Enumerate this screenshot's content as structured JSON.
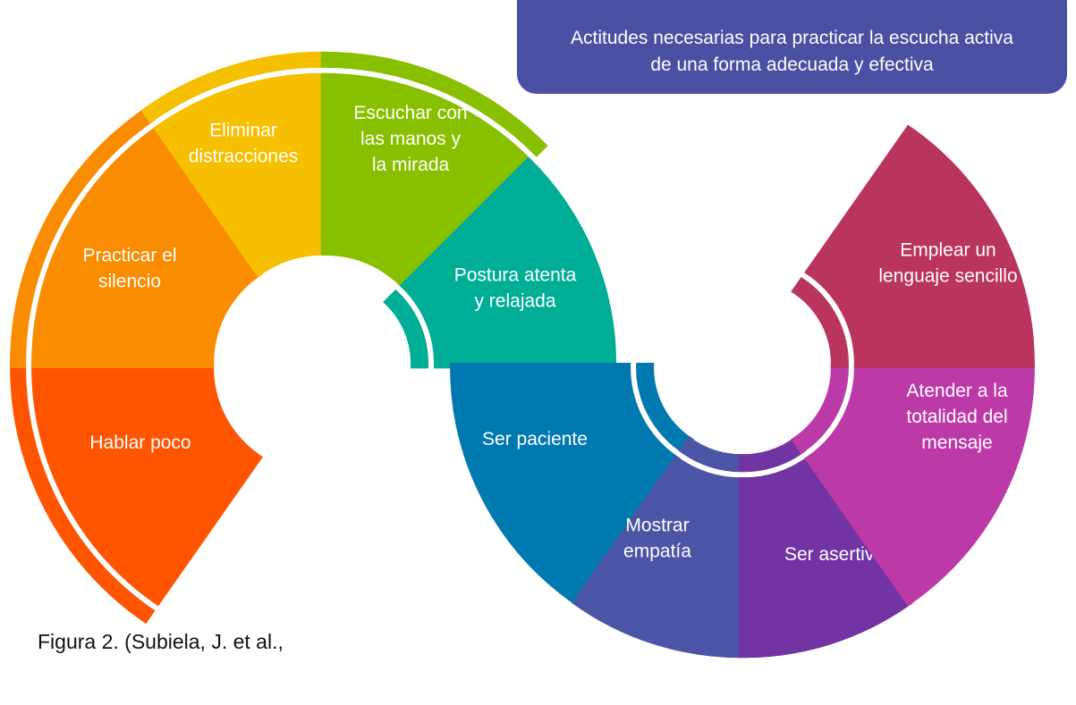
{
  "title": {
    "line1": "Actitudes necesarias para practicar la escucha activa",
    "line2": "de una forma adecuada y efectiva",
    "color": "#4a4fa1"
  },
  "segments": [
    {
      "id": "hablar-poco",
      "lines": [
        "Hablar poco"
      ],
      "color": "#ff5500"
    },
    {
      "id": "practicar-silencio",
      "lines": [
        "Practicar el",
        "silencio"
      ],
      "color": "#f98c00"
    },
    {
      "id": "eliminar-distracciones",
      "lines": [
        "Eliminar",
        "distracciones"
      ],
      "color": "#f6bf00"
    },
    {
      "id": "escuchar-manos-mirada",
      "lines": [
        "Escuchar con",
        "las manos y",
        "la mirada"
      ],
      "color": "#88c000"
    },
    {
      "id": "postura-atenta",
      "lines": [
        "Postura atenta",
        "y relajada"
      ],
      "color": "#00ad96"
    },
    {
      "id": "ser-paciente",
      "lines": [
        "Ser paciente"
      ],
      "color": "#0079b0"
    },
    {
      "id": "mostrar-empatia",
      "lines": [
        "Mostrar",
        "empatía"
      ],
      "color": "#4c54a5"
    },
    {
      "id": "ser-asertivo",
      "lines": [
        "Ser asertivo"
      ],
      "color": "#7234a2"
    },
    {
      "id": "atender-totalidad",
      "lines": [
        "Atender a la",
        "totalidad del",
        "mensaje"
      ],
      "color": "#bc3aa8"
    },
    {
      "id": "emplear-lenguaje",
      "lines": [
        "Emplear un",
        "lenguaje sencillo"
      ],
      "color": "#ba355d"
    }
  ],
  "caption": "Figura 2. (Subiela, J. et al.,"
}
